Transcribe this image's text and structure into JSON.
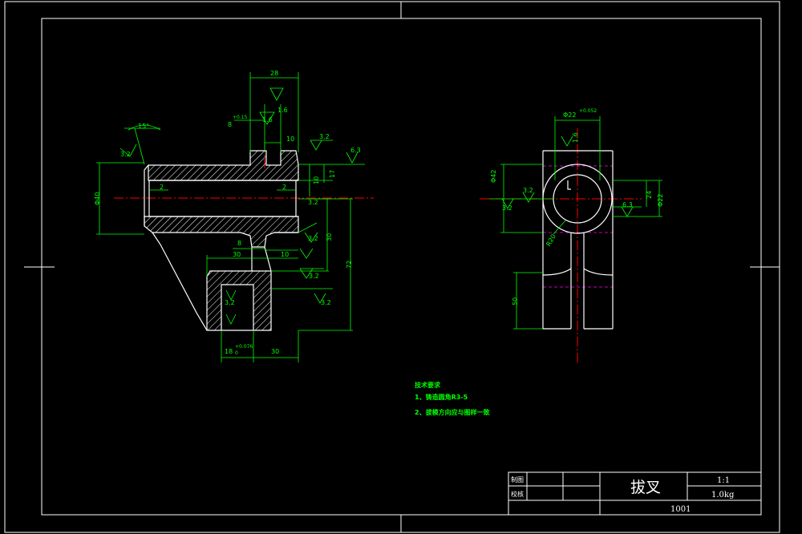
{
  "colors": {
    "background": "#000000",
    "outline": "#ffffff",
    "dimension": "#00ff00",
    "centerline": "#ff0000",
    "hidden": "#ff00ff"
  },
  "section_view": {
    "dims": {
      "top_width": "28",
      "tol_a": "8",
      "tol_a_sup": "+0.15",
      "rough_a": "1.6",
      "rough_b": "1.6",
      "angle": "15°",
      "chamfer": "3.2",
      "slot_w": "10",
      "rough_c": "3.2",
      "rough_d": "6.3",
      "dia_left": "Φ40",
      "bore_l": "2",
      "bore_r": "2",
      "h17": "17",
      "h10": "10",
      "rough_e": "3.2",
      "mid_8": "8",
      "mid_10": "10",
      "mid_30": "30",
      "rough_f": "3.2",
      "h30": "30",
      "h72": "72",
      "rough_g": "3.2",
      "rough_h": "3.2",
      "rough_i": "3.2",
      "bot_tol": "18",
      "bot_tol_sup": "+0.076",
      "bot_tol_sub": "0",
      "bot_30": "30"
    }
  },
  "end_view": {
    "dims": {
      "top_dim": "Φ22",
      "top_sup": "+0.052",
      "rough_top": "1.6",
      "dia_left": "Φ42",
      "rough_l1": "3.2",
      "rough_l2": "3.2",
      "rough_r": "6.3",
      "d24": "24",
      "d22": "Φ22",
      "r_label": "R20",
      "h50": "50"
    }
  },
  "notes": {
    "title": "技术要求",
    "line1": "1、铸造圆角R3-5",
    "line2": "2、拔模方向应与图样一致"
  },
  "title_block": {
    "drawn_label": "制图",
    "check_label": "校核",
    "part_name": "拔叉",
    "scale": "1:1",
    "weight": "1.0kg",
    "drawing_no": "1001"
  }
}
